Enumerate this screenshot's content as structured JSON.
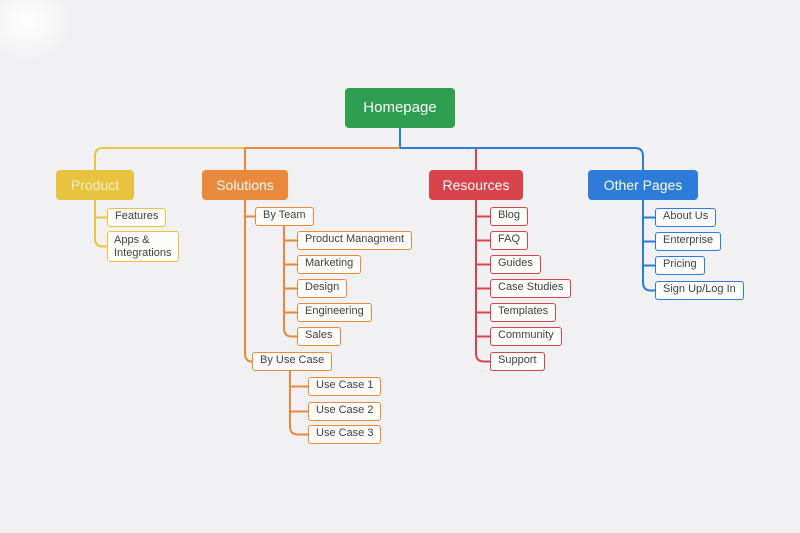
{
  "colors": {
    "background": "#f1f1f3",
    "homepage_green": "#2e9e50",
    "product_yellow": "#e7c33f",
    "solutions_orange": "#e8893c",
    "resources_red": "#d8434c",
    "other_pages_blue": "#2e7cd9",
    "node_text": "#434343",
    "node_background": "#fcfcfa"
  },
  "root": {
    "label": "Homepage"
  },
  "branches": [
    {
      "label": "Product",
      "children": [
        {
          "label": "Features"
        },
        {
          "label": "Apps & Integrations"
        }
      ]
    },
    {
      "label": "Solutions",
      "children": [
        {
          "label": "By Team",
          "children": [
            {
              "label": "Product Managment"
            },
            {
              "label": "Marketing"
            },
            {
              "label": "Design"
            },
            {
              "label": "Engineering"
            },
            {
              "label": "Sales"
            }
          ]
        },
        {
          "label": "By Use Case",
          "children": [
            {
              "label": "Use Case 1"
            },
            {
              "label": "Use Case 2"
            },
            {
              "label": "Use Case 3"
            }
          ]
        }
      ]
    },
    {
      "label": "Resources",
      "children": [
        {
          "label": "Blog"
        },
        {
          "label": "FAQ"
        },
        {
          "label": "Guides"
        },
        {
          "label": "Case Studies"
        },
        {
          "label": "Templates"
        },
        {
          "label": "Community"
        },
        {
          "label": "Support"
        }
      ]
    },
    {
      "label": "Other Pages",
      "children": [
        {
          "label": "About Us"
        },
        {
          "label": "Enterprise"
        },
        {
          "label": "Pricing"
        },
        {
          "label": "Sign Up/Log In"
        }
      ]
    }
  ]
}
